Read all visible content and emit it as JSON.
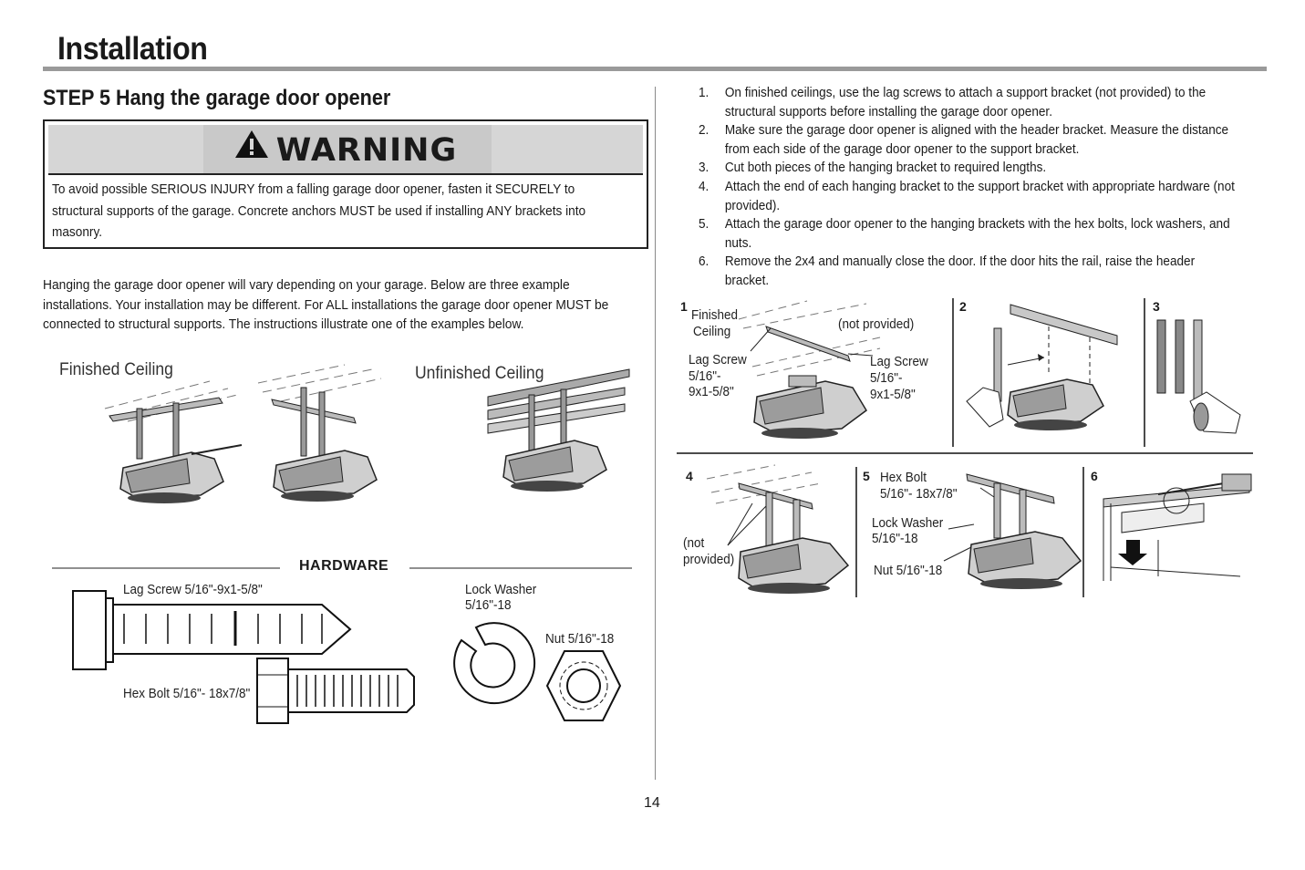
{
  "page": {
    "title": "Installation",
    "step_title": "STEP 5 Hang the garage door opener",
    "page_number": "14"
  },
  "warning": {
    "icon": "warning-triangle-icon",
    "heading": "WARNING",
    "text": "To avoid possible SERIOUS INJURY from a falling garage door opener, fasten it SECURELY to structural supports of the garage. Concrete anchors MUST be used if installing ANY brackets into masonry."
  },
  "intro": "Hanging the garage door opener will vary depending on your garage. Below are three example installations. Your installation may be different. For ALL installations the garage door opener MUST be connected to structural supports. The instructions illustrate one of the examples below.",
  "examples": {
    "finished_ceiling": "Finished Ceiling",
    "unfinished_ceiling": "Unfinished Ceiling"
  },
  "hardware": {
    "heading": "HARDWARE",
    "lag_screw": "Lag Screw 5/16\"-9x1-5/8\"",
    "hex_bolt": "Hex Bolt 5/16\"- 18x7/8\"",
    "lock_washer_1": "Lock Washer",
    "lock_washer_2": "5/16\"-18",
    "nut": "Nut 5/16\"-18"
  },
  "steps": [
    {
      "num": "1.",
      "text": "On finished ceilings, use the lag screws to attach a support bracket (not provided) to the structural supports before installing the garage door opener."
    },
    {
      "num": "2.",
      "text": "Make sure the garage door opener is aligned with the header bracket. Measure the distance from each side of the garage door opener to the support bracket."
    },
    {
      "num": "3.",
      "text": "Cut both pieces of the hanging bracket to required lengths."
    },
    {
      "num": "4.",
      "text": "Attach the end of each hanging bracket to the support bracket with appropriate hardware (not provided)."
    },
    {
      "num": "5.",
      "text": "Attach the garage door opener to the hanging brackets with the hex bolts, lock washers, and nuts."
    },
    {
      "num": "6.",
      "text": "Remove the 2x4 and manually close the door. If the door hits the rail, raise the header bracket."
    }
  ],
  "figures": {
    "f1": {
      "num": "1",
      "finished": "Finished",
      "ceiling": "Ceiling",
      "not_provided": "(not provided)",
      "lag_a": "Lag Screw",
      "lag_b": "5/16\"-",
      "lag_c": "9x1-5/8\""
    },
    "f2": {
      "num": "2"
    },
    "f3": {
      "num": "3"
    },
    "f4": {
      "num": "4",
      "not": "(not",
      "provided": "provided)"
    },
    "f5": {
      "num": "5",
      "hex_a": "Hex Bolt",
      "hex_b": "5/16\"- 18x7/8\"",
      "washer_a": "Lock Washer",
      "washer_b": "5/16\"-18",
      "nut": "Nut 5/16\"-18"
    },
    "f6": {
      "num": "6"
    }
  }
}
